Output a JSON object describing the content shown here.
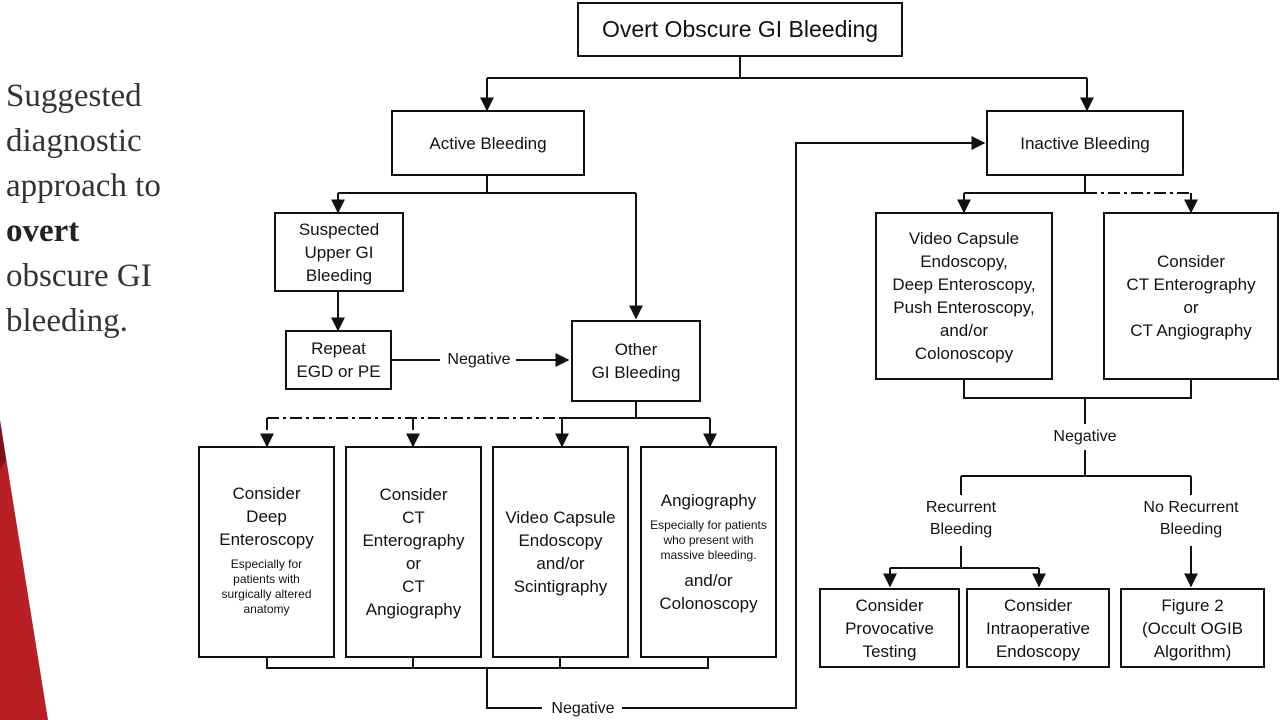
{
  "sidebar_text": {
    "lines": [
      "Suggested",
      "diagnostic",
      "approach to"
    ],
    "bold_word": "overt",
    "lines_after": [
      "obscure GI",
      "bleeding."
    ]
  },
  "nodes": {
    "root": [
      "Overt Obscure GI Bleeding"
    ],
    "active": [
      "Active Bleeding"
    ],
    "inactive": [
      "Inactive Bleeding"
    ],
    "suspected_upper": [
      "Suspected",
      "Upper GI",
      "Bleeding"
    ],
    "repeat_egd": [
      "Repeat",
      "EGD or PE"
    ],
    "other_gi": [
      "Other",
      "GI Bleeding"
    ],
    "deep_enteroscopy": {
      "lines": [
        "Consider",
        "Deep",
        "Enteroscopy"
      ],
      "note": [
        "Especially for",
        "patients with",
        "surgically altered",
        "anatomy"
      ]
    },
    "ct_left": [
      "Consider",
      "CT",
      "Enterography",
      "or",
      "CT",
      "Angiography"
    ],
    "capsule_left": [
      "Video Capsule",
      "Endoscopy",
      "and/or",
      "Scintigraphy"
    ],
    "angiography": {
      "lines": [
        "Angiography"
      ],
      "note": [
        "Especially for patients",
        "who present with",
        "massive bleeding."
      ],
      "lines_after": [
        "and/or",
        "Colonoscopy"
      ]
    },
    "capsule_right": [
      "Video Capsule",
      "Endoscopy,",
      "Deep Enteroscopy,",
      "Push Enteroscopy,",
      "and/or",
      "Colonoscopy"
    ],
    "ct_right": [
      "Consider",
      "CT Enterography",
      "or",
      "CT Angiography"
    ],
    "provocative": [
      "Consider",
      "Provocative",
      "Testing"
    ],
    "intraoperative": [
      "Consider",
      "Intraoperative",
      "Endoscopy"
    ],
    "figure2": [
      "Figure 2",
      "(Occult OGIB",
      "Algorithm)"
    ]
  },
  "labels": {
    "negative_1": "Negative",
    "negative_2": "Negative",
    "negative_3": "Negative",
    "recurrent": [
      "Recurrent",
      "Bleeding"
    ],
    "no_recurrent": [
      "No Recurrent",
      "Bleeding"
    ]
  },
  "colors": {
    "line": "#111111",
    "text": "#111111",
    "accent_red": "#b81f24",
    "accent_dark": "#7a1418",
    "sidebar_text": "#333333"
  }
}
